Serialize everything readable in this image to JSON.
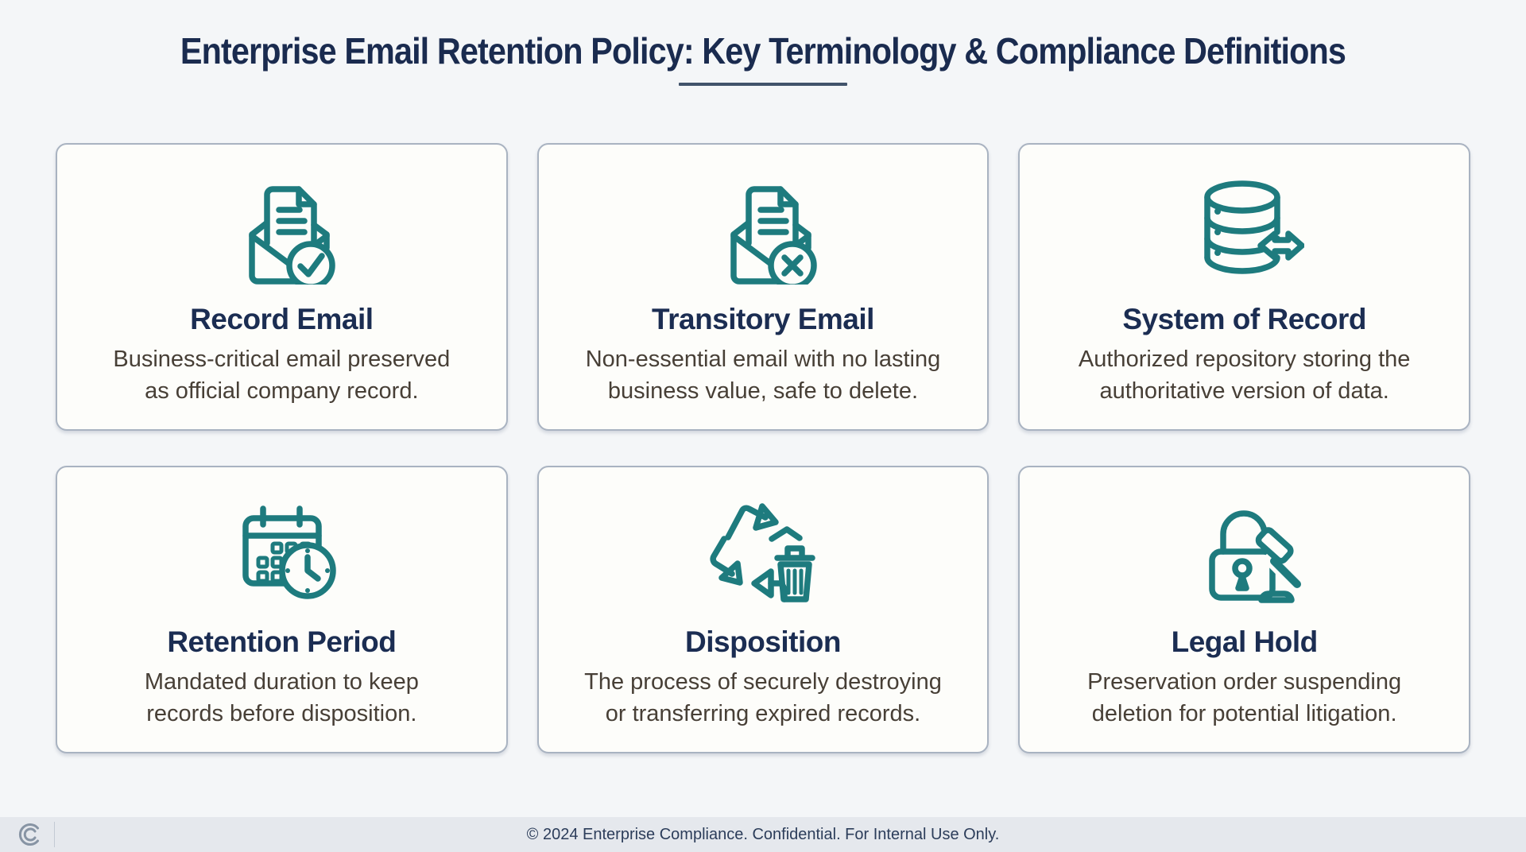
{
  "header": {
    "title": "Enterprise Email Retention Policy: Key Terminology & Compliance Definitions"
  },
  "colors": {
    "accent_teal": "#1e7b7e",
    "title_navy": "#1a2b4f",
    "body_text": "#473f36",
    "card_background": "#fdfdfa",
    "card_border": "#a9b3c1",
    "page_background": "#f4f6f8",
    "footer_background": "#e5e8ed"
  },
  "cards": [
    {
      "icon": "record-email-icon",
      "title": "Record Email",
      "description": "Business-critical email preserved\nas official company record."
    },
    {
      "icon": "transitory-email-icon",
      "title": "Transitory Email",
      "description": "Non-essential email with no lasting\nbusiness value, safe to delete."
    },
    {
      "icon": "system-of-record-icon",
      "title": "System of Record",
      "description": "Authorized repository storing the\nauthoritative version of data."
    },
    {
      "icon": "retention-period-icon",
      "title": "Retention Period",
      "description": "Mandated duration to keep\nrecords before disposition."
    },
    {
      "icon": "disposition-icon",
      "title": "Disposition",
      "description": "The process of securely destroying\nor transferring expired records."
    },
    {
      "icon": "legal-hold-icon",
      "title": "Legal Hold",
      "description": "Preservation order suspending\ndeletion for potential litigation."
    }
  ],
  "footer": {
    "text": "© 2024 Enterprise Compliance. Confidential. For Internal Use Only."
  }
}
